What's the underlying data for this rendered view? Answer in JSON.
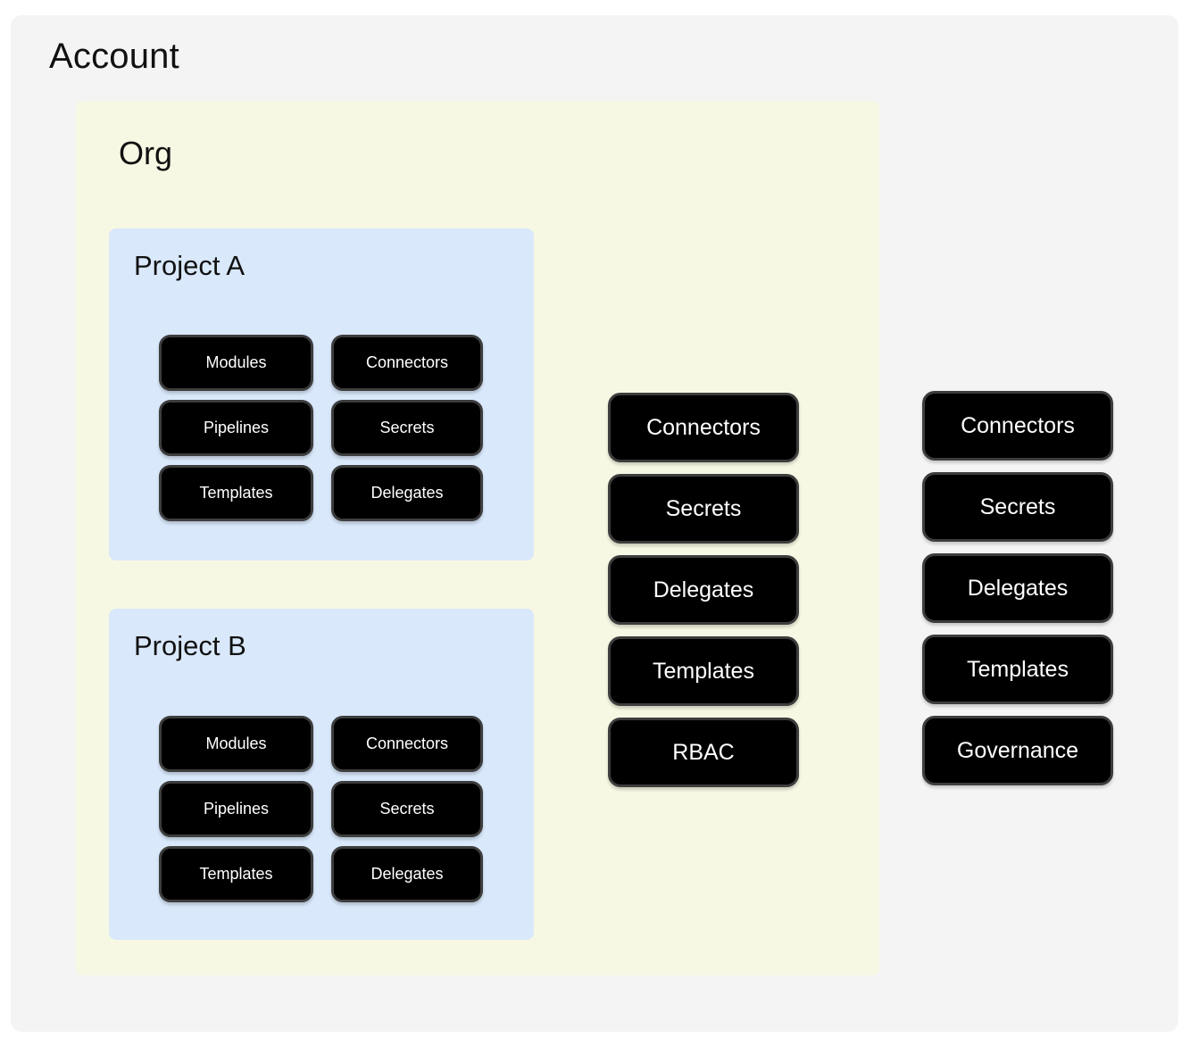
{
  "account": {
    "title": "Account",
    "resources": [
      "Connectors",
      "Secrets",
      "Delegates",
      "Templates",
      "Governance"
    ]
  },
  "org": {
    "title": "Org",
    "resources": [
      "Connectors",
      "Secrets",
      "Delegates",
      "Templates",
      "RBAC"
    ],
    "projects": [
      {
        "title": "Project A",
        "resources": [
          "Modules",
          "Connectors",
          "Pipelines",
          "Secrets",
          "Templates",
          "Delegates"
        ]
      },
      {
        "title": "Project B",
        "resources": [
          "Modules",
          "Connectors",
          "Pipelines",
          "Secrets",
          "Templates",
          "Delegates"
        ]
      }
    ]
  },
  "colors": {
    "page-bg": "#ffffff",
    "account-bg": "#f4f4f4",
    "org-bg": "#f7f8e3",
    "project-bg": "#d9e8fb",
    "pill-bg": "#000000",
    "pill-border": "#3d3d3d",
    "pill-text": "#ffffff",
    "title-color": "#111111"
  }
}
